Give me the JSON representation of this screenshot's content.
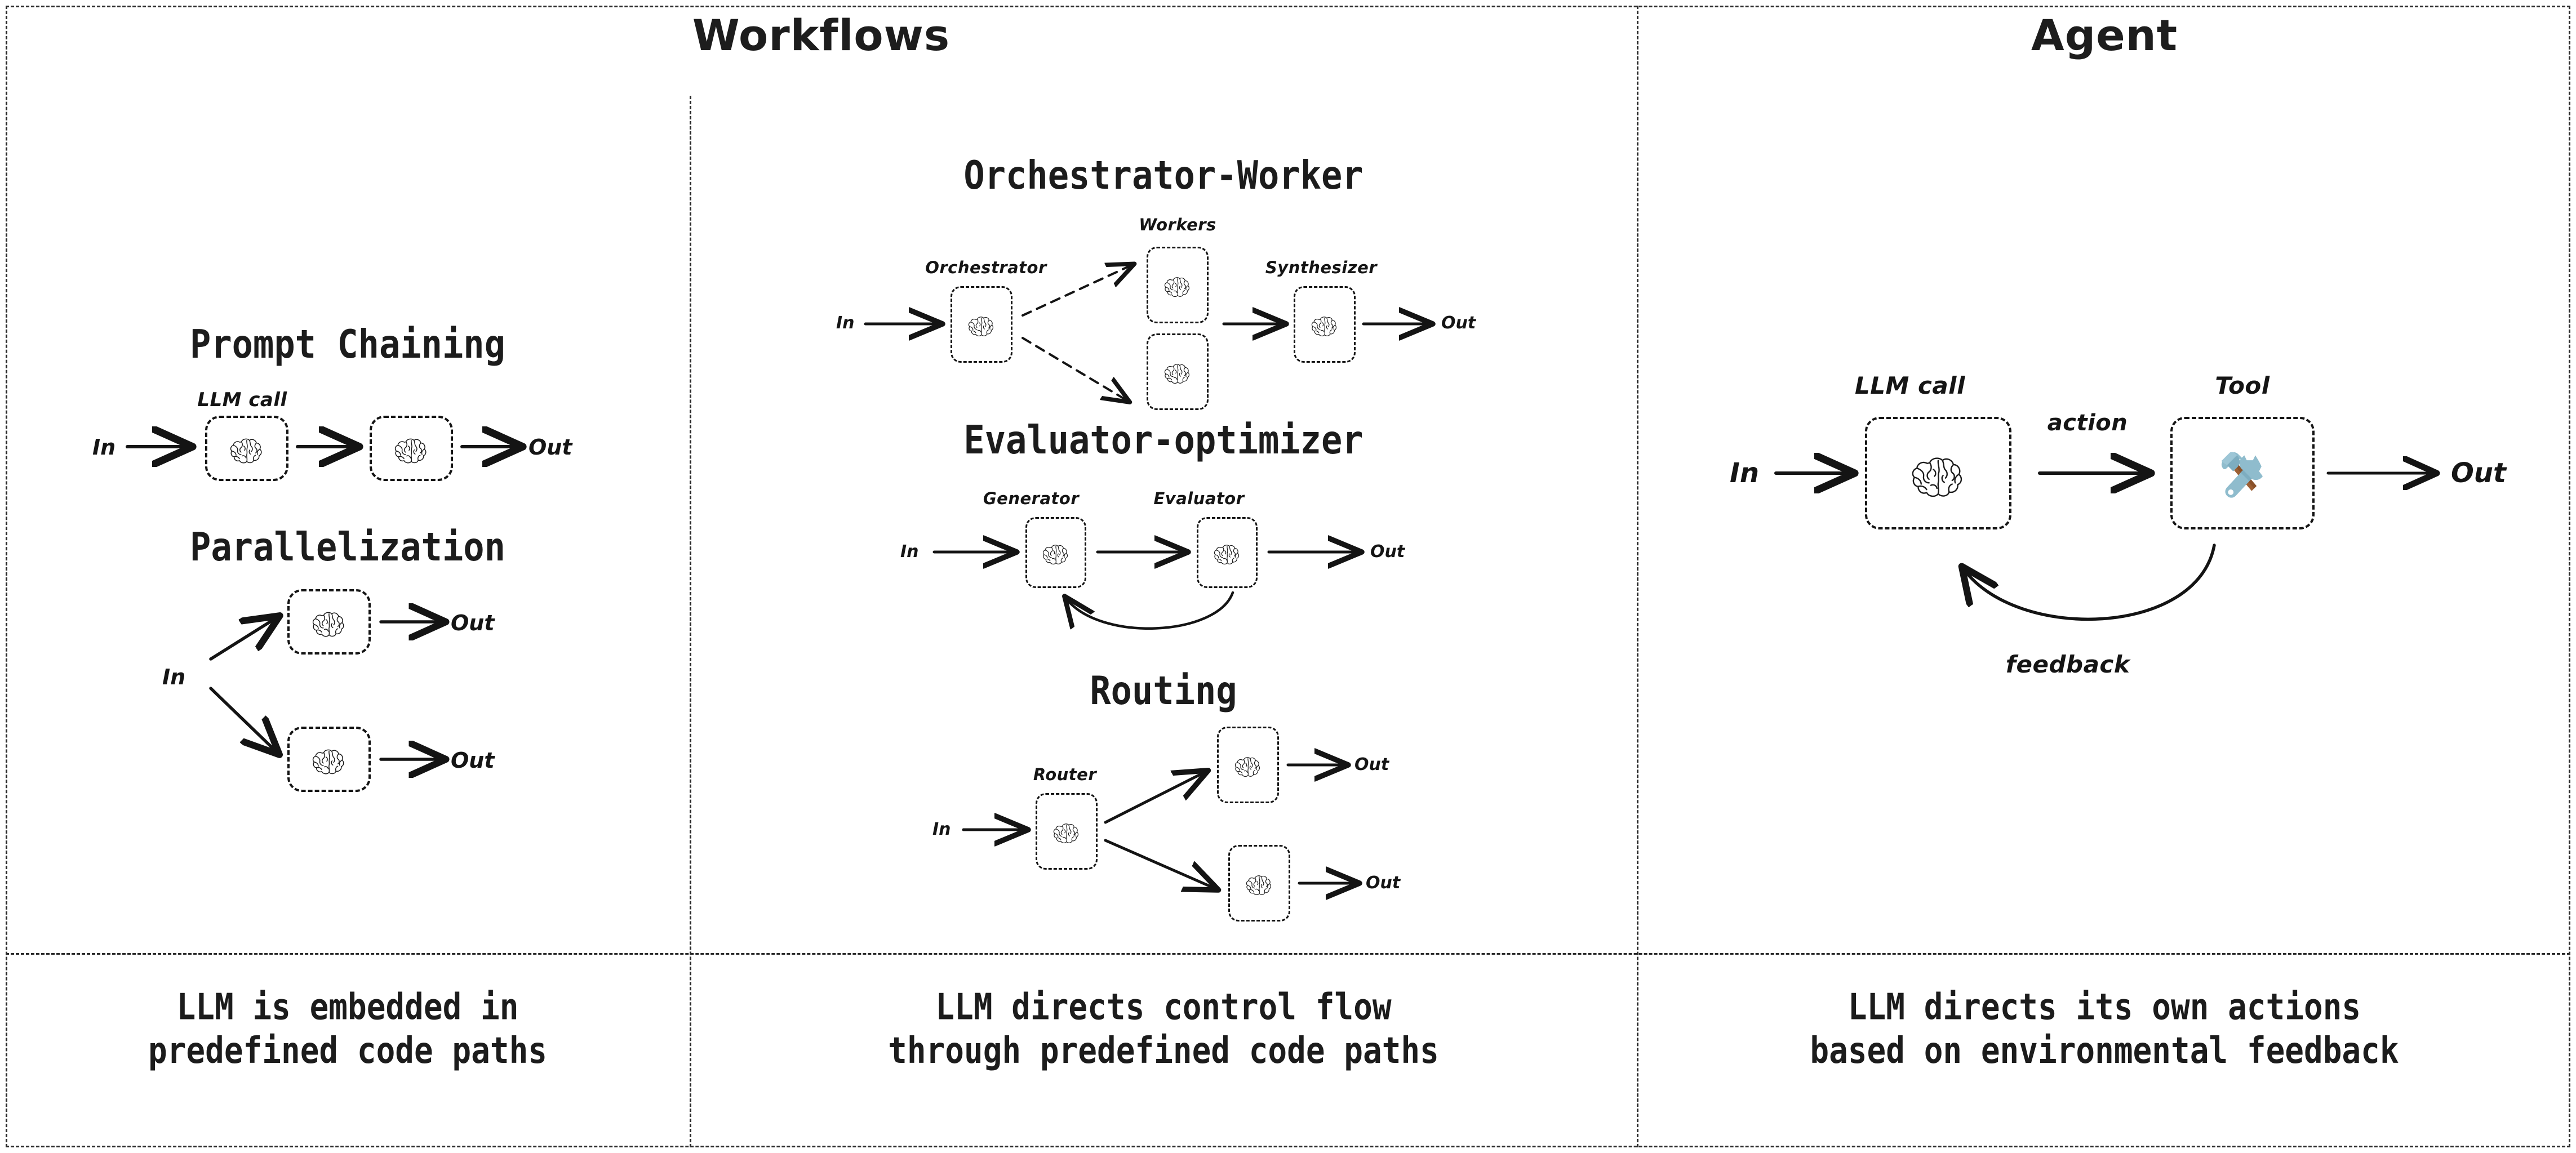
{
  "columns": {
    "workflows_title": "Workflows",
    "agent_title": "Agent"
  },
  "captions": {
    "workflows_left": {
      "line1": "LLM is embedded in",
      "line2": "predefined code paths"
    },
    "workflows_right": {
      "line1": "LLM directs control flow",
      "line2": "through predefined code paths"
    },
    "agent": {
      "line1": "LLM directs its own actions",
      "line2": "based on environmental feedback"
    }
  },
  "terminals": {
    "in": "In",
    "out": "Out"
  },
  "patterns": {
    "prompt_chaining": {
      "title": "Prompt Chaining",
      "labels": {
        "llm_call": "LLM call"
      },
      "nodes": [
        "llm-call-1",
        "llm-call-2"
      ]
    },
    "parallelization": {
      "title": "Parallelization",
      "nodes": [
        "llm-branch-top",
        "llm-branch-bottom"
      ]
    },
    "orchestrator_worker": {
      "title": "Orchestrator-Worker",
      "labels": {
        "orchestrator": "Orchestrator",
        "workers": "Workers",
        "synthesizer": "Synthesizer"
      },
      "nodes": [
        "orchestrator",
        "worker-top",
        "worker-bottom",
        "synthesizer"
      ]
    },
    "evaluator_optimizer": {
      "title": "Evaluator-optimizer",
      "labels": {
        "generator": "Generator",
        "evaluator": "Evaluator"
      },
      "nodes": [
        "generator",
        "evaluator"
      ]
    },
    "routing": {
      "title": "Routing",
      "labels": {
        "router": "Router"
      },
      "nodes": [
        "router",
        "route-target-top",
        "route-target-bottom"
      ]
    },
    "agent": {
      "labels": {
        "llm_call": "LLM call",
        "tool": "Tool",
        "action": "action",
        "feedback": "feedback"
      },
      "nodes": [
        "llm-call",
        "tool"
      ]
    }
  },
  "icons": {
    "brain": "brain-icon",
    "tool": "hammer-and-wrench-icon"
  },
  "colors": {
    "ink": "#1b1b1b",
    "border": "#141414",
    "tool_metal": "#8fbccd",
    "tool_metal_dark": "#6fa3b8",
    "tool_handle": "#9c5f33"
  }
}
